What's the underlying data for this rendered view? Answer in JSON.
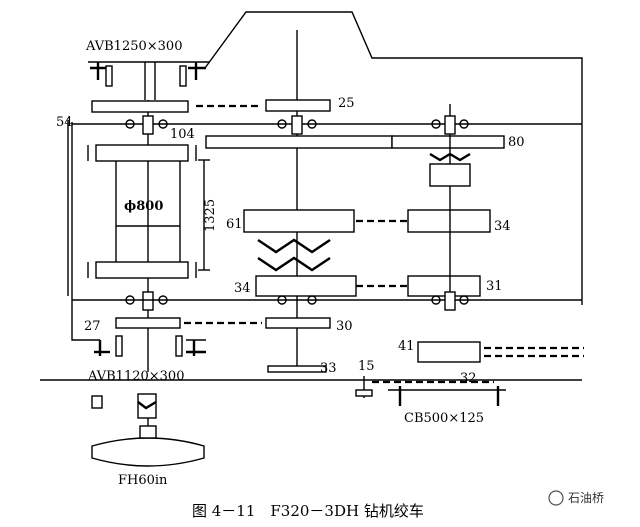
{
  "labels": {
    "avb_top": "AVB1250×300",
    "avb_bottom": "AVB1120×300",
    "n54": "54",
    "n25": "25",
    "n104": "104",
    "n80": "80",
    "dia": "ϕ800",
    "n1325": "1325",
    "n61": "61",
    "n34r": "34",
    "n34l": "34",
    "n31": "31",
    "n27": "27",
    "n30": "30",
    "n41": "41",
    "n15": "15",
    "n33": "33",
    "n32": "32",
    "cb": "CB500×125",
    "fh": "FH60in"
  },
  "caption": "图 4－11　F320－3DH 钻机绞车",
  "watermark": "石油桥"
}
